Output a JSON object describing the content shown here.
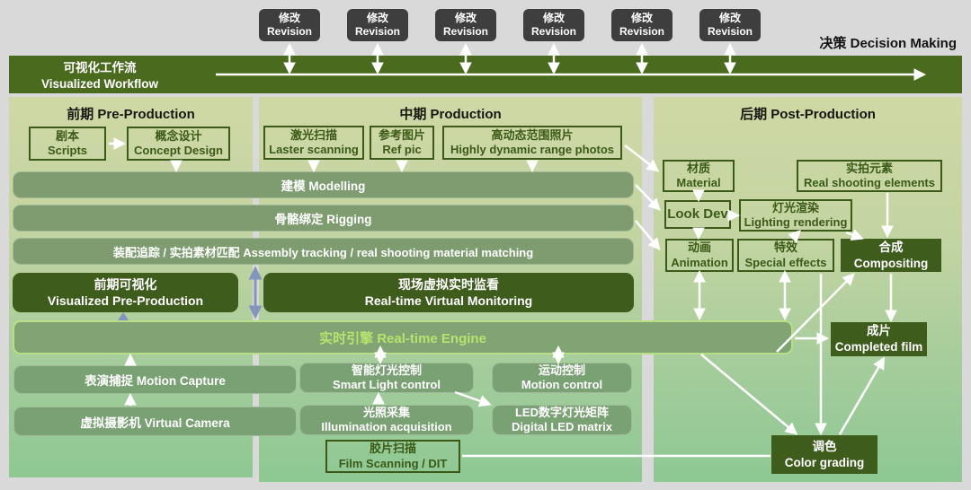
{
  "top": {
    "revision": {
      "zh": "修改",
      "en": "Revision"
    },
    "decision_label": "决策 Decision Making",
    "workflow": {
      "zh": "可视化工作流",
      "en": "Visualized Workflow"
    }
  },
  "columns": {
    "pre": "前期 Pre-Production",
    "prod": "中期 Production",
    "post": "后期 Post-Production"
  },
  "nodes": {
    "scripts": {
      "zh": "剧本",
      "en": "Scripts"
    },
    "concept": {
      "zh": "概念设计",
      "en": "Concept Design"
    },
    "laser": {
      "zh": "激光扫描",
      "en": "Laster scanning"
    },
    "refpic": {
      "zh": "参考图片",
      "en": "Ref pic"
    },
    "hdr": {
      "zh": "高动态范围照片",
      "en": "Highly dynamic range photos"
    },
    "modelling": "建模 Modelling",
    "rigging": "骨骼绑定 Rigging",
    "assembly": "装配追踪 / 实拍素材匹配 Assembly tracking / real shooting material matching",
    "previz": {
      "zh": "前期可视化",
      "en": "Visualized Pre-Production"
    },
    "monitoring": {
      "zh": "现场虚拟实时监看",
      "en": "Real-time Virtual Monitoring"
    },
    "engine": "实时引擎 Real-time Engine",
    "mocap": "表演捕捉 Motion Capture",
    "vcam": "虚拟摄影机 Virtual Camera",
    "smartlight": {
      "zh": "智能灯光控制",
      "en": "Smart Light control"
    },
    "motionctl": {
      "zh": "运动控制",
      "en": "Motion control"
    },
    "illum": {
      "zh": "光照采集",
      "en": "Illumination acquisition"
    },
    "ledmatrix": {
      "zh": "LED数字灯光矩阵",
      "en": "Digital LED matrix"
    },
    "filmscan": {
      "zh": "胶片扫描",
      "en": "Film Scanning / DIT"
    },
    "material": {
      "zh": "材质",
      "en": "Material"
    },
    "realshoot": {
      "zh": "实拍元素",
      "en": "Real shooting elements"
    },
    "lookdev": "Look Dev",
    "lighting": {
      "zh": "灯光渲染",
      "en": "Lighting rendering"
    },
    "animation": {
      "zh": "动画",
      "en": "Animation"
    },
    "sfx": {
      "zh": "特效",
      "en": "Special effects"
    },
    "compositing": {
      "zh": "合成",
      "en": "Compositing"
    },
    "completed": {
      "zh": "成片",
      "en": "Completed film"
    },
    "grading": {
      "zh": "调色",
      "en": "Color grading"
    }
  },
  "colors": {
    "workflow_bar": "#4a6a1e",
    "dark_box": "#3e5c1c",
    "process_bar": "#7e9c6f",
    "engine_text": "#b5e36e",
    "revision_bg": "#3e3e3e",
    "blue_connector": "#8494bd",
    "outline_green": "#3b5a17"
  }
}
